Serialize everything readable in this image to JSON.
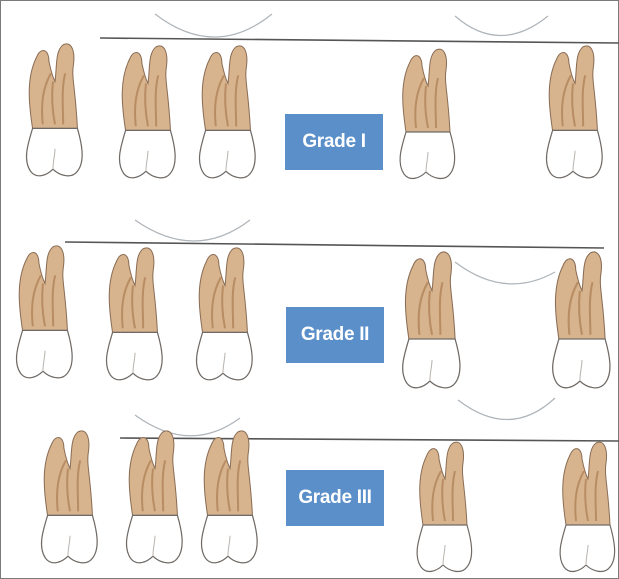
{
  "labels": {
    "grade_1": "Grade I",
    "grade_2": "Grade II",
    "grade_3": "Grade III"
  },
  "colors": {
    "label_bg": "#5b8fc9",
    "label_text": "#ffffff",
    "root": "#d8b48e",
    "root_shadow": "#b88d63",
    "crown": "#ffffff",
    "outline": "#6f6a66",
    "line": "#555555",
    "arc": "#aeb4b9",
    "frame": "#7a7a7a"
  },
  "rows": [
    {
      "grade": "Grade I",
      "teeth": 5
    },
    {
      "grade": "Grade II",
      "teeth": 5
    },
    {
      "grade": "Grade III",
      "teeth": 5
    }
  ]
}
